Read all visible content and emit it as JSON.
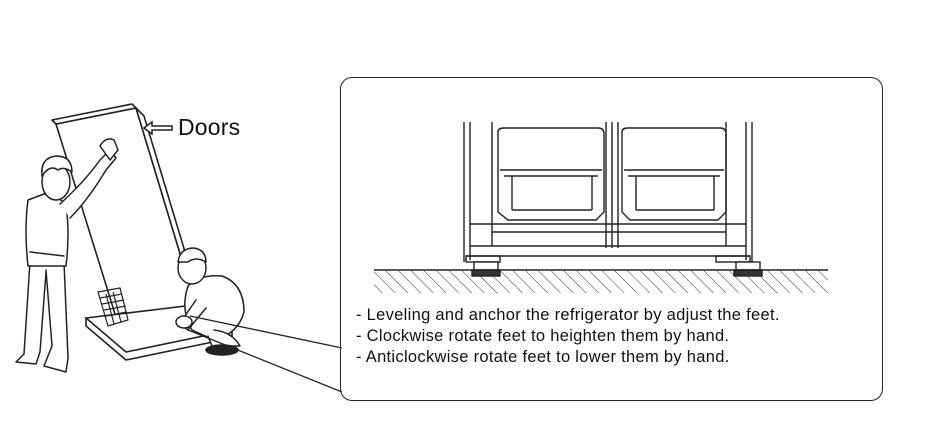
{
  "callout": {
    "label": "Doors"
  },
  "instructions": [
    {
      "text": "- Leveling and anchor the refrigerator by adjust the feet."
    },
    {
      "text": "- Clockwise  rotate  feet  to  heighten  them  by  hand."
    },
    {
      "text": "- Anticlockwise  rotate  feet  to  lower  them  by  hand."
    }
  ]
}
